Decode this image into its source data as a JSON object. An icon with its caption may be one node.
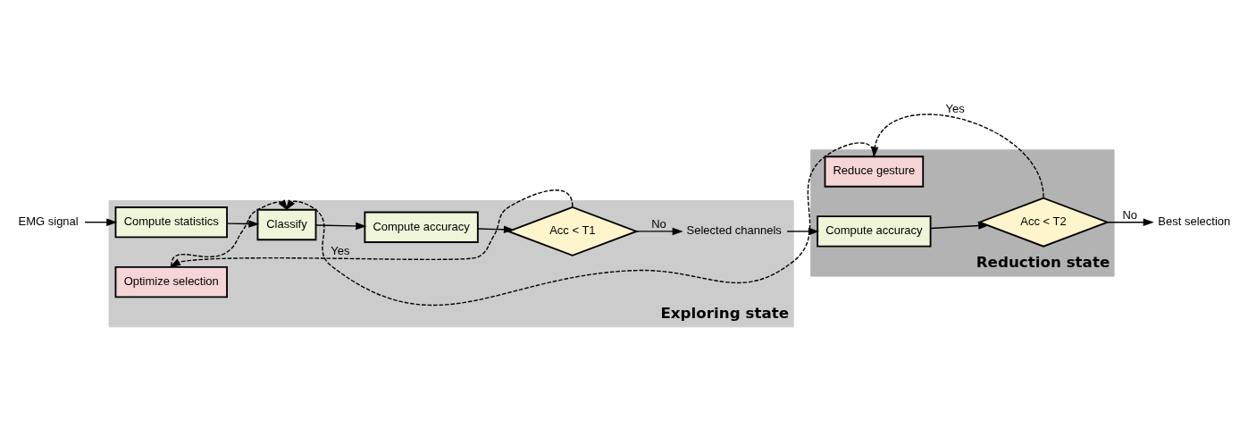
{
  "diagram": {
    "nodes": [
      {
        "text": [
          "Reduction state"
        ]
      },
      {
        "text": [
          "Exploring state"
        ]
      },
      {
        "text": [
          "EMG signal"
        ]
      },
      {
        "text": [
          "Compute statistics"
        ],
        "in": 1
      },
      {
        "text": [
          "Classify"
        ],
        "in": 1
      },
      {
        "text": [
          "Compute accuracy"
        ],
        "in": 1
      },
      {
        "text": [
          "Acc < T1"
        ],
        "in": 1
      },
      {
        "text": [
          "Optimize selection"
        ],
        "in": 1
      },
      {
        "text": [
          "Selected channels"
        ],
        "in": 1
      },
      {
        "text": [
          "Reduce gesture"
        ],
        "in": 0
      },
      {
        "text": [
          "Compute accuracy"
        ],
        "in": 0
      },
      {
        "text": [
          "Acc < T2"
        ],
        "in": 0
      },
      {
        "text": [
          "Best selection"
        ]
      }
    ],
    "edges": [
      {
        "from": 2,
        "to": 3,
        "arrow": "to"
      },
      {
        "from": 3,
        "to": 4,
        "arrow": "to"
      },
      {
        "from": 4,
        "to": 5,
        "arrow": "to"
      },
      {
        "from": 5,
        "to": 6,
        "arrow": "to"
      },
      {
        "from": 6,
        "to": 8,
        "arrow": "to",
        "label": "No"
      },
      {
        "from": 6,
        "to": 7,
        "arrow": "to",
        "label": "Yes",
        "style": "dashed"
      },
      {
        "from": 7,
        "to": 4,
        "arrow": "to",
        "style": "dashed"
      },
      {
        "from": 8,
        "to": 10,
        "arrow": "to"
      },
      {
        "from": 10,
        "to": 11,
        "arrow": "to"
      },
      {
        "from": 11,
        "to": 12,
        "arrow": "to",
        "label": "No"
      },
      {
        "from": 11,
        "to": 9,
        "arrow": "to",
        "label": "Yes",
        "style": "dashed"
      },
      {
        "from": 9,
        "to": 4,
        "arrow": "to",
        "style": "dashed"
      }
    ]
  }
}
